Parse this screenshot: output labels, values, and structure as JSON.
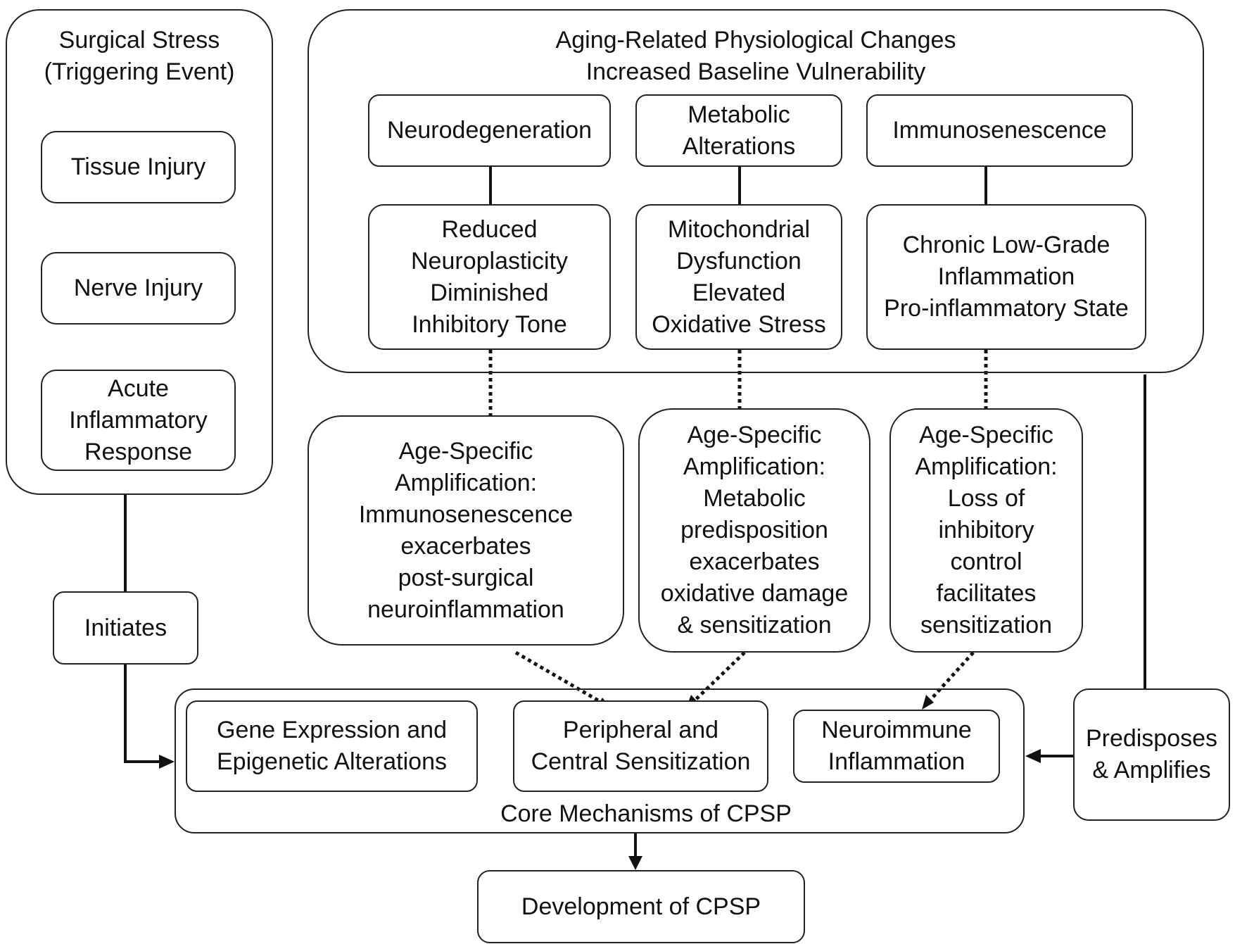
{
  "surgical_stress": {
    "title": [
      "Surgical Stress",
      "(Triggering Event)"
    ],
    "items": [
      "Tissue Injury",
      "Nerve Injury",
      [
        "Acute",
        "Inflammatory",
        "Response"
      ]
    ]
  },
  "aging": {
    "title": [
      "Aging-Related Physiological Changes",
      "Increased Baseline Vulnerability"
    ],
    "categories": [
      [
        "Neurodegeneration"
      ],
      [
        "Metabolic",
        "Alterations"
      ],
      [
        "Immunosenescence"
      ]
    ],
    "details": [
      [
        "Reduced",
        "Neuroplasticity",
        "Diminished",
        "Inhibitory Tone"
      ],
      [
        "Mitochondrial",
        "Dysfunction",
        "Elevated",
        "Oxidative Stress"
      ],
      [
        "Chronic Low-Grade",
        "Inflammation",
        "Pro-inflammatory State"
      ]
    ]
  },
  "amplification": [
    [
      "Age-Specific",
      "Amplification:",
      "Immunosenescence",
      "exacerbates",
      "post-surgical",
      "neuroinflammation"
    ],
    [
      "Age-Specific",
      "Amplification:",
      "Metabolic",
      "predisposition",
      "exacerbates",
      "oxidative damage",
      "& sensitization"
    ],
    [
      "Age-Specific",
      "Amplification:",
      "Loss of",
      "inhibitory",
      "control",
      "facilitates",
      "sensitization"
    ]
  ],
  "initiates": "Initiates",
  "predisposes": [
    "Predisposes",
    "& Amplifies"
  ],
  "core": {
    "title": "Core Mechanisms of CPSP",
    "items": [
      [
        "Gene Expression and",
        "Epigenetic Alterations"
      ],
      [
        "Peripheral and",
        "Central Sensitization"
      ],
      [
        "Neuroimmune",
        "Inflammation"
      ]
    ]
  },
  "outcome": "Development of CPSP"
}
